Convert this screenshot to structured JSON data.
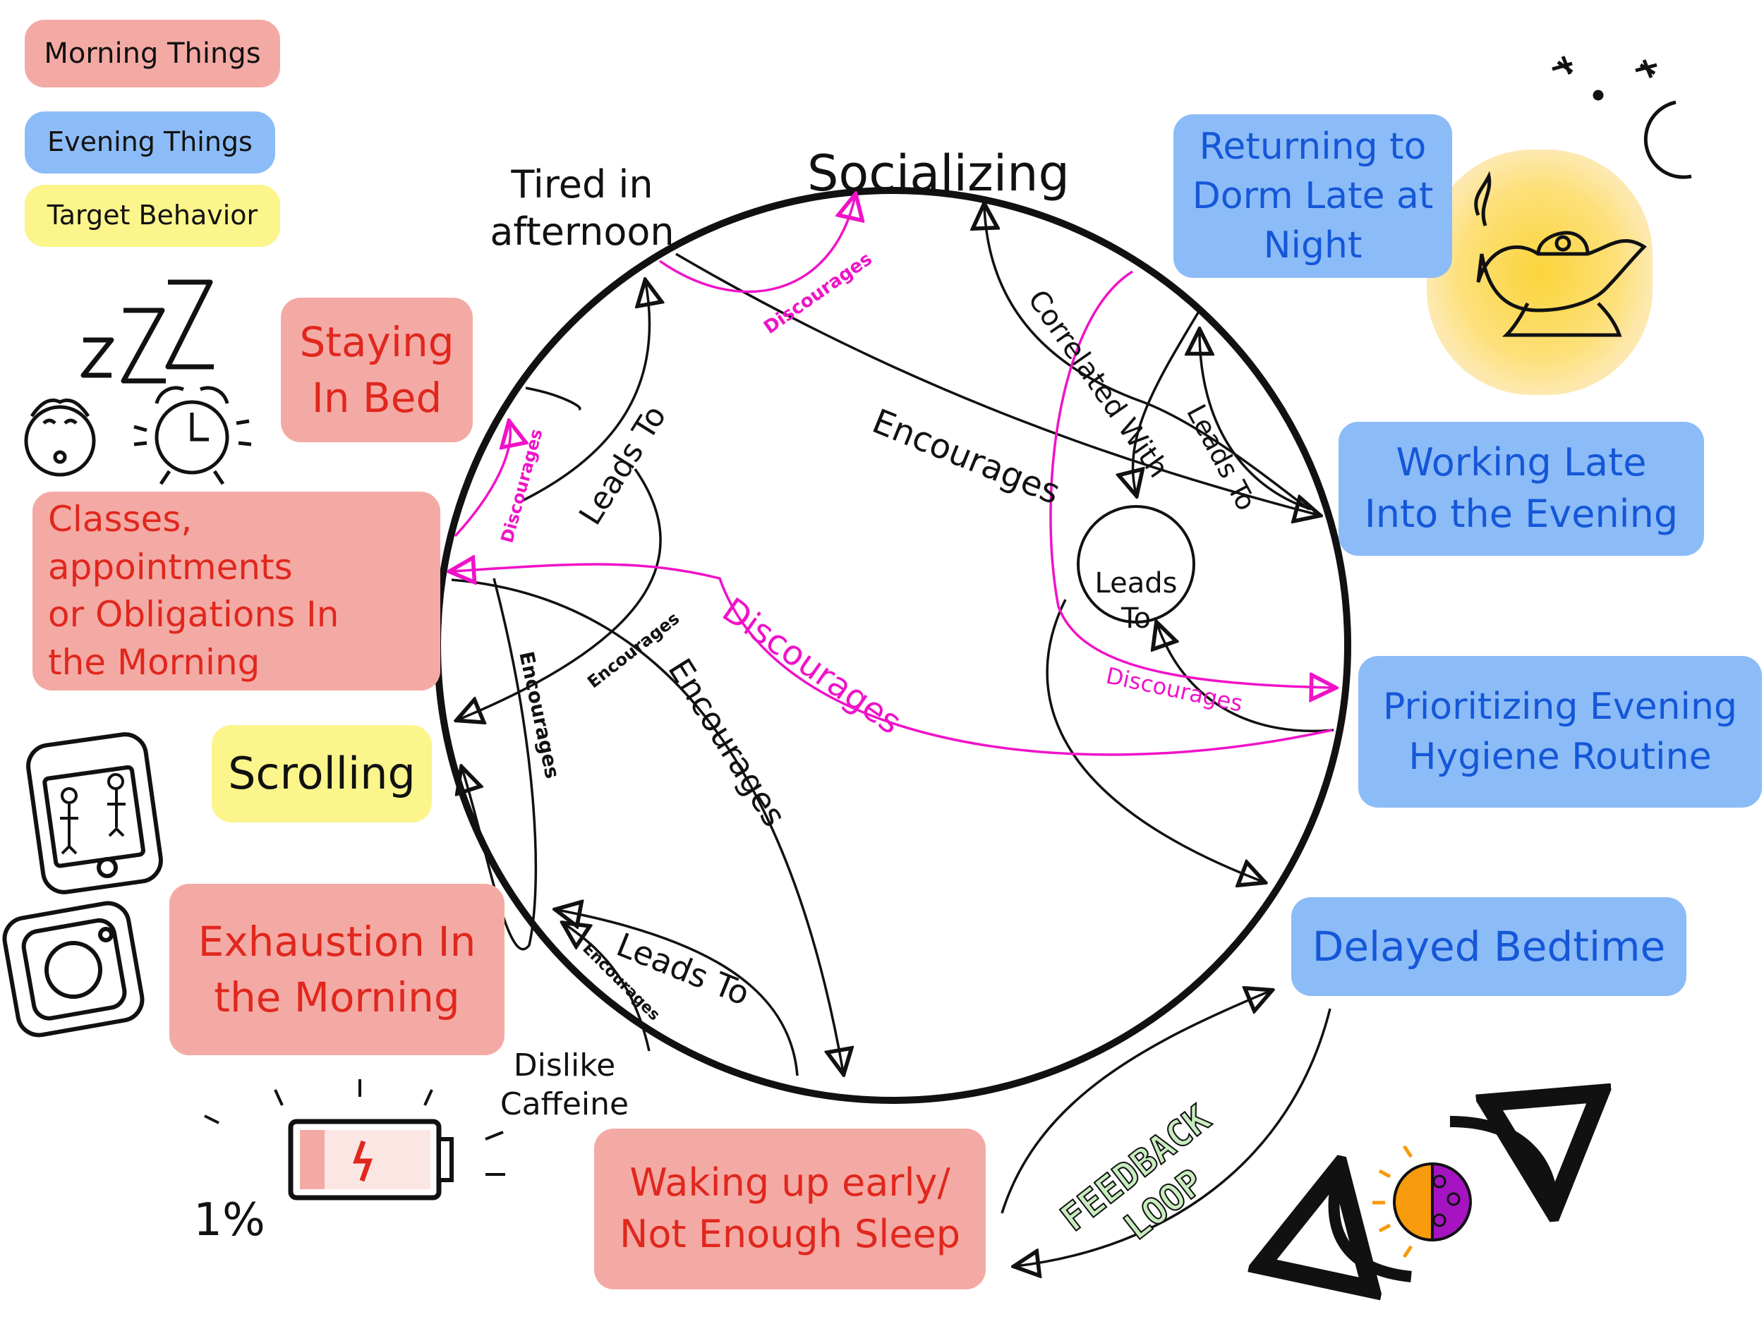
{
  "legend": {
    "morning": "Morning Things",
    "evening": "Evening Things",
    "target": "Target Behavior"
  },
  "nodes": {
    "staying_in_bed": "Staying\nIn Bed",
    "classes": "Classes, appointments\nor Obligations In\nthe Morning",
    "scrolling": "Scrolling",
    "exhaustion": "Exhaustion In\nthe Morning",
    "waking_early": "Waking up early/\nNot Enough Sleep",
    "returning_dorm": "Returning to\nDorm Late at\nNight",
    "working_late": "Working Late\nInto the Evening",
    "prioritizing_hygiene": "Prioritizing Evening\nHygiene Routine",
    "delayed_bedtime": "Delayed Bedtime",
    "socializing": "Socializing",
    "tired_afternoon": "Tired in\nafternoon",
    "dislike_caffeine": "Dislike\nCaffeine",
    "leads_to_circle": "Leads\nTo"
  },
  "edge_labels": {
    "discourages_top": "Discourages",
    "encourages_upper": "Encourages",
    "correlated_with": "Correlated With",
    "leads_to_right": "Leads To",
    "leads_to_left": "Leads To",
    "discourages_left": "Discourages",
    "discourages_center": "Discourages",
    "discourages_right": "Discourages",
    "encourages_small": "Encourages",
    "encourages_vertical": "Encourages",
    "encourages_center": "Encourages",
    "leads_to_bottom": "Leads To",
    "encourages_bottom": "Encourages"
  },
  "feedback_loop": "FEEDBACK LOOP",
  "battery_percent": "1%",
  "colors": {
    "morning_fill": "#f4aaa4",
    "morning_text": "#e0271e",
    "evening_fill": "#8cbcf7",
    "evening_text": "#1557d8",
    "target_fill": "#fbf58c",
    "discourages": "#f012c8",
    "line": "#111111",
    "lamp_glow": "#fde07a",
    "feedback_fill": "#c8ecbf"
  }
}
